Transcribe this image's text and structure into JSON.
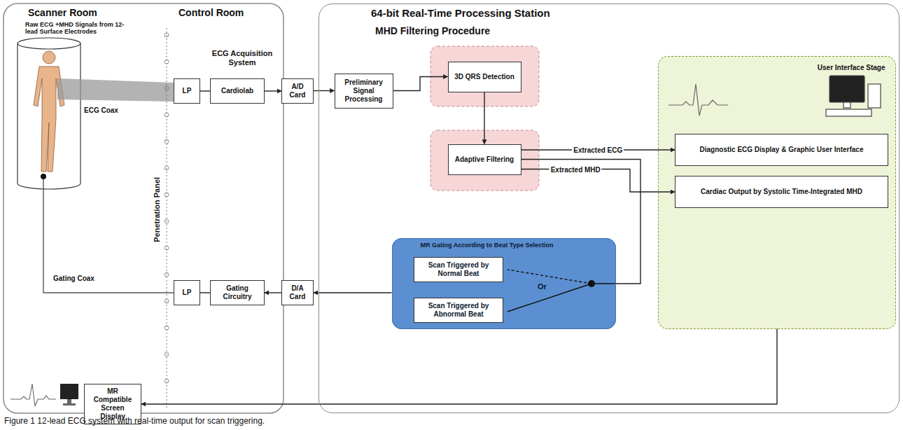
{
  "diagram": {
    "caption": "Figure 1 12-lead ECG system with real-time output for scan triggering.",
    "nodes": [
      {
        "text": [
          "LP"
        ]
      },
      {
        "text": [
          "Cardiolab"
        ]
      },
      {
        "text": [
          "A/D Card"
        ]
      },
      {
        "text": [
          "MHD Filtering Procedure"
        ]
      },
      {
        "text": [
          "Preliminary Signal Processing"
        ],
        "in": 3
      },
      {
        "text": [
          "3D QRS Detection"
        ],
        "in": 3
      },
      {
        "text": [
          "Adaptive Filtering"
        ],
        "in": 3
      },
      {
        "text": [
          "User Interface Stage"
        ],
        "in": 3
      },
      {
        "text": [
          "Diagnostic ECG Display & Graphic User Interface"
        ],
        "in": 7
      },
      {
        "text": [
          "Cardiac Output by Systolic Time-Integrated MHD"
        ],
        "in": 7
      },
      {
        "text": [
          "MR Gating According to Beat Type Selection"
        ],
        "in": 3
      },
      {
        "text": [
          "Scan Triggered by Normal Beat"
        ],
        "in": 10
      },
      {
        "text": [
          "Scan Triggered by Abnormal Beat"
        ],
        "in": 10
      },
      {
        "text": [
          "LP"
        ]
      },
      {
        "text": [
          "Gating Circuitry"
        ]
      },
      {
        "text": [
          "D/A Card"
        ]
      },
      {
        "text": [
          "MR Compatible Screen Display"
        ]
      }
    ],
    "edges": [
      {
        "from": 0,
        "to": 1,
        "arrow": "none"
      },
      {
        "from": 1,
        "to": 2,
        "arrow": "to"
      },
      {
        "from": 2,
        "to": 4,
        "arrow": "to"
      },
      {
        "from": 4,
        "to": 5,
        "arrow": "to"
      },
      {
        "from": 5,
        "to": 6,
        "arrow": "to"
      },
      {
        "from": 6,
        "to": 8,
        "label": "Extracted ECG",
        "arrow": "to"
      },
      {
        "from": 6,
        "to": 9,
        "label": "Extracted MHD",
        "arrow": "to"
      },
      {
        "from": 6,
        "to": 10,
        "arrow": "none"
      },
      {
        "from": 10,
        "to": 15,
        "arrow": "to"
      },
      {
        "from": 15,
        "to": 14,
        "arrow": "to"
      },
      {
        "from": 14,
        "to": 13,
        "arrow": "none"
      },
      {
        "from": 7,
        "to": 16,
        "arrow": "to"
      }
    ],
    "labels": [
      "Scanner Room",
      "Control Room",
      "64-bit Real-Time Processing Station",
      "Raw ECG +MHD Signals from 12-lead Surface Electrodes",
      "ECG Coax",
      "Gating Coax",
      "Penetration Panel",
      "ECG Acquisition System",
      "Or"
    ]
  }
}
